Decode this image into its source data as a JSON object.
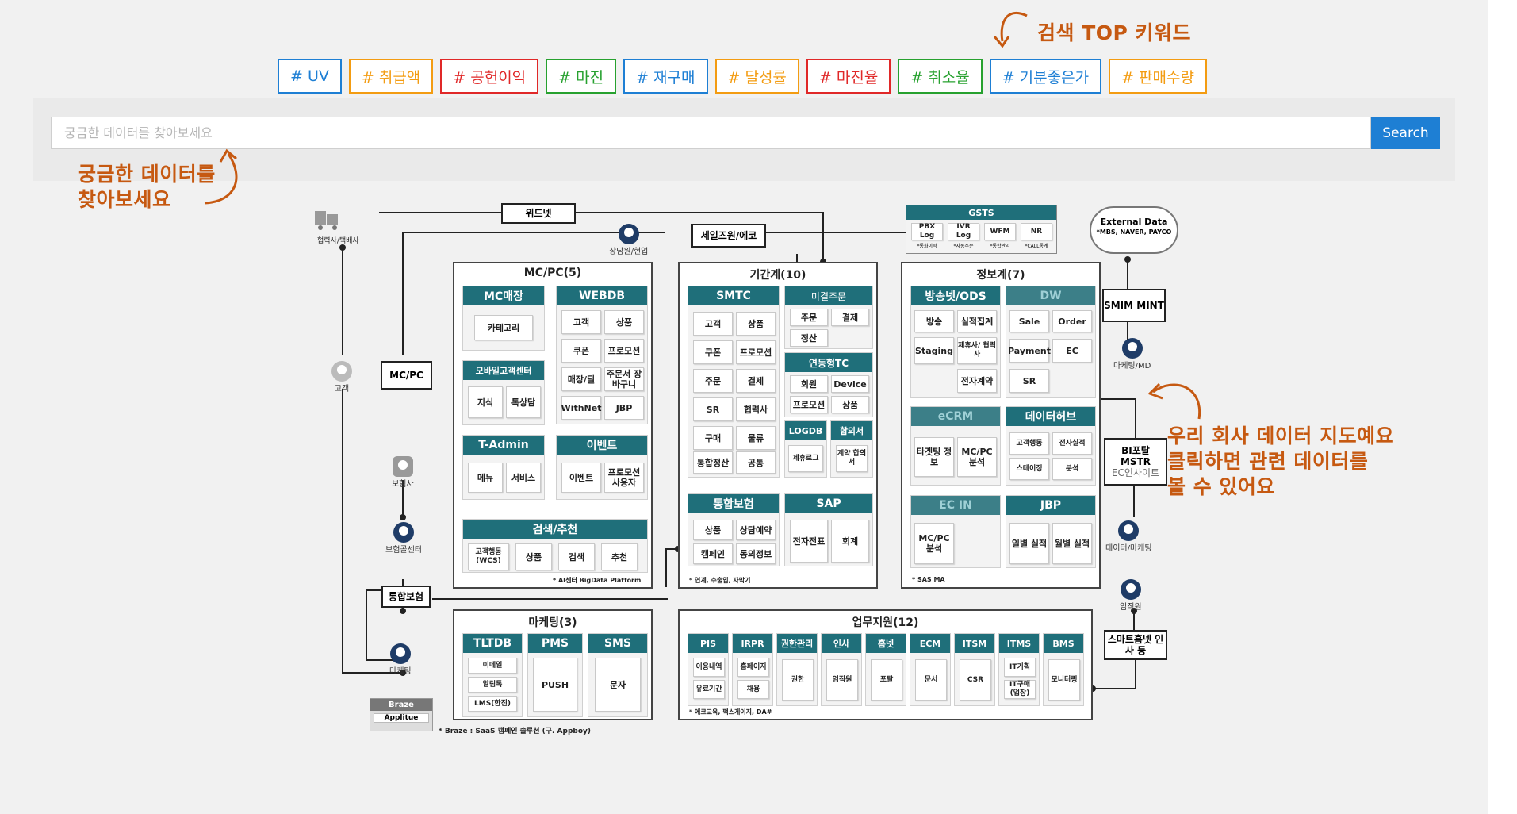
{
  "annotations": {
    "top_keywords": "검색 TOP 키워드",
    "search_hint": [
      "궁금한 데이터를",
      "찾아보세요"
    ],
    "map_hint": [
      "우리 회사 데이터 지도예요",
      "클릭하면 관련 데이터를",
      "볼 수 있어요"
    ]
  },
  "colors": {
    "accent": "#c65911",
    "search_button": "#1e7fd4",
    "module_header": "#1f6f7a"
  },
  "tags": [
    {
      "label": "# UV",
      "color": "#1e7fd4"
    },
    {
      "label": "# 취급액",
      "color": "#f39c12"
    },
    {
      "label": "# 공헌이익",
      "color": "#e02828"
    },
    {
      "label": "# 마진",
      "color": "#27a12f"
    },
    {
      "label": "# 재구매",
      "color": "#1e7fd4"
    },
    {
      "label": "# 달성률",
      "color": "#f39c12"
    },
    {
      "label": "# 마진율",
      "color": "#e02828"
    },
    {
      "label": "# 취소율",
      "color": "#27a12f"
    },
    {
      "label": "# 기분좋은가",
      "color": "#1e7fd4"
    },
    {
      "label": "# 판매수량",
      "color": "#f39c12"
    }
  ],
  "search": {
    "placeholder": "궁금한 데이터를 찾아보세요",
    "button": "Search"
  },
  "map": {
    "widget": "위드넷",
    "partner": "협력사/택배사",
    "seiljoon": "세일즈원/에코",
    "counsel": "상담원/현업",
    "customer": "고객",
    "mcpc_box": "MC/PC",
    "insurer": "보험사",
    "ins_center": "보험콜센터",
    "ins_box": "통합보험",
    "marketing_person": "마케팅",
    "braze": "Braze",
    "applitue": "Applitue",
    "braze_note": "* Braze : SaaS 캠페인 솔루션 (구. Appboy)",
    "mcpc": {
      "title": "MC/PC(5)",
      "mcstore": {
        "title": "MC매장",
        "cells": [
          "카테고리"
        ]
      },
      "webdb": {
        "title": "WEBDB",
        "cells": [
          "고객",
          "상품",
          "쿠폰",
          "프로모션",
          "매장/딜",
          "주문서 장바구니",
          "WithNet",
          "JBP"
        ]
      },
      "mobile": {
        "title": "모바일고객센터",
        "cells": [
          "지식",
          "톡상담"
        ]
      },
      "tadmin": {
        "title": "T-Admin",
        "cells": [
          "메뉴",
          "서비스"
        ]
      },
      "event": {
        "title": "이벤트",
        "cells": [
          "이벤트",
          "프로모션 사용자"
        ]
      },
      "search": {
        "title": "검색/추천",
        "cells": [
          "고객행동 (WCS)",
          "상품",
          "검색",
          "추천"
        ]
      },
      "note": "* AI센터 BigData Platform"
    },
    "core": {
      "title": "기간계(10)",
      "smtc": {
        "title": "SMTC",
        "cells": [
          "고객",
          "상품",
          "쿠폰",
          "프로모션",
          "주문",
          "결제",
          "SR",
          "협력사",
          "구매",
          "물류",
          "통합정산",
          "공통"
        ]
      },
      "unpaid": {
        "title": "미결주문",
        "cells": [
          "주문",
          "결제",
          "정산"
        ]
      },
      "tc": {
        "title": "연동형TC",
        "cells": [
          "회원",
          "Device",
          "프로모션",
          "상품"
        ]
      },
      "logdb": {
        "title": "LOGDB",
        "cells": [
          "제휴로그"
        ]
      },
      "contract": {
        "title": "합의서",
        "cells": [
          "계약 합의서"
        ]
      },
      "ins": {
        "title": "통합보험",
        "cells": [
          "상품",
          "상담예약",
          "캠페인",
          "동의정보"
        ]
      },
      "sap": {
        "title": "SAP",
        "cells": [
          "전자전표",
          "회계"
        ]
      },
      "note": "* 연계, 수출입, 자막기"
    },
    "info": {
      "title": "정보계(7)",
      "broadcast": {
        "title": "방송넷/ODS",
        "cells": [
          "방송",
          "실적집계",
          "Staging",
          "제휴사/ 협력사",
          "전자계약"
        ]
      },
      "dw": {
        "title": "DW",
        "cells": [
          "Sale",
          "Order",
          "Payment",
          "EC",
          "SR"
        ]
      },
      "ecrm": {
        "title": "eCRM",
        "cells": [
          "타겟팅 정보",
          "MC/PC 분석"
        ]
      },
      "hub": {
        "title": "데이터허브",
        "cells": [
          "고객행동",
          "전사실적",
          "스테이징",
          "분석"
        ]
      },
      "ecin": {
        "title": "EC IN",
        "cells": [
          "MC/PC 분석"
        ]
      },
      "jbp": {
        "title": "JBP",
        "cells": [
          "일별 실적",
          "월별 실적"
        ]
      },
      "note": "* SAS MA"
    },
    "marketing": {
      "title": "마케팅(3)",
      "tltdb": {
        "title": "TLTDB",
        "cells": [
          "이메일",
          "알림톡",
          "LMS(한진)"
        ]
      },
      "pms": {
        "title": "PMS",
        "cells": [
          "PUSH"
        ]
      },
      "sms": {
        "title": "SMS",
        "cells": [
          "문자"
        ]
      }
    },
    "biz": {
      "title": "업무지원(12)",
      "mods": [
        {
          "title": "PIS",
          "cells": [
            "이용내역",
            "유료기간"
          ]
        },
        {
          "title": "IRPR",
          "cells": [
            "홈페이지",
            "채용"
          ]
        },
        {
          "title": "권한관리",
          "cells": [
            "권한"
          ]
        },
        {
          "title": "인사",
          "cells": [
            "임직원"
          ]
        },
        {
          "title": "홈넷",
          "cells": [
            "포탈"
          ]
        },
        {
          "title": "ECM",
          "cells": [
            "문서"
          ]
        },
        {
          "title": "ITSM",
          "cells": [
            "CSR"
          ]
        },
        {
          "title": "ITMS",
          "cells": [
            "IT기획",
            "IT구매 (업장)"
          ]
        },
        {
          "title": "BMS",
          "cells": [
            "모니터링"
          ]
        }
      ],
      "note": "* 에코교육, 팩스게이지, DA#"
    },
    "gsts": {
      "title": "GSTS",
      "cells": [
        "PBX Log",
        "IVR Log",
        "WFM",
        "NR"
      ],
      "subs": [
        "*통화이력",
        "*자동주문",
        "*통합관리",
        "*CALL통계"
      ]
    },
    "external": {
      "title": "External Data",
      "sub": "*MBS, NAVER, PAYCO"
    },
    "smim": "SMIM MINT",
    "mkt_md": "마케팅/MD",
    "bi": [
      "BI포탈",
      "MSTR",
      "EC인사이트"
    ],
    "data_mkt": "데이터/마케팅",
    "employee": "임직원",
    "smart": "스마트홈넷 인사 등"
  }
}
